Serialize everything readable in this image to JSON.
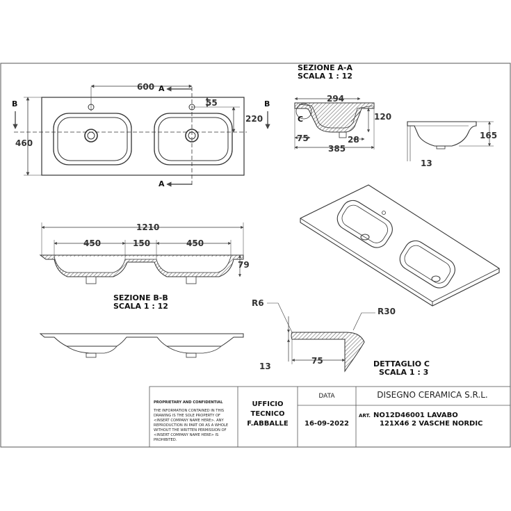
{
  "drawing": {
    "top_view": {
      "dim_basin_spacing": "600",
      "dim_depth": "460",
      "dim_hole_offset_y": "55",
      "dim_hole_to_center": "220",
      "section_a_label": "A",
      "section_b_label": "B"
    },
    "section_aa": {
      "title": "SEZIONE A-A",
      "scale": "SCALA 1 : 12",
      "dim_294": "294",
      "dim_120": "120",
      "dim_75": "75",
      "dim_28": "28",
      "dim_385": "385",
      "detail_c_label": "C"
    },
    "side_view": {
      "dim_165": "165",
      "dim_13": "13"
    },
    "section_bb": {
      "title": "SEZIONE B-B",
      "scale": "SCALA 1 : 12",
      "dim_total_width": "1210",
      "dim_basin_left": "450",
      "dim_between": "150",
      "dim_basin_right": "450",
      "dim_height": "79"
    },
    "detail_c": {
      "title": "DETTAGLIO C",
      "scale": "SCALA 1 : 3",
      "dim_r6": "R6",
      "dim_r30": "R30",
      "dim_75": "75",
      "dim_13": "13"
    }
  },
  "title_block": {
    "proprietary_title": "PROPRIETARY AND CONFIDENTIAL",
    "proprietary_lines": [
      "THE INFORMATION CONTAINED IN THIS",
      "DRAWING IS THE SOLE PROPERTY OF",
      "<INSERT COMPANY NAME HERE>.  ANY",
      "REPRODUCTION IN PART OR AS A WHOLE",
      "WITHOUT THE WRITTEN PERMISSION OF",
      "<INSERT COMPANY NAME HERE> IS",
      "PROHIBITED."
    ],
    "office_line1": "UFFICIO",
    "office_line2": "TECNICO",
    "office_author": "F.ABBALLE",
    "date_header": "DATA",
    "date_value": "16-09-2022",
    "company": "DISEGNO CERAMICA S.R.L.",
    "art_label": "ART.",
    "art_code": "NO12D46001 LAVABO",
    "art_description": "121X46 2 VASCHE NORDIC"
  }
}
